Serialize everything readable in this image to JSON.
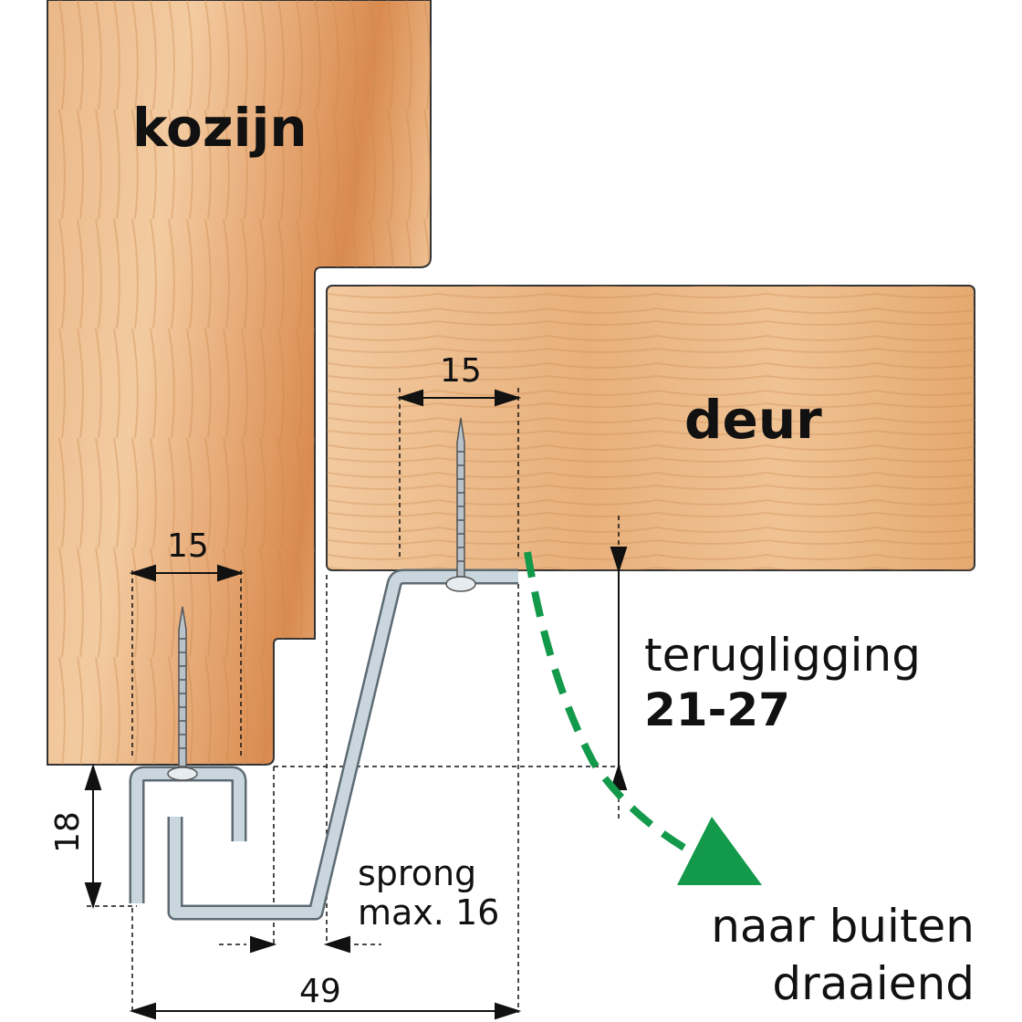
{
  "labels": {
    "frame": "kozijn",
    "door": "deur",
    "frame_screw_spacing": "15",
    "door_screw_spacing": "15",
    "height": "18",
    "setback_label": "terugligging",
    "setback_value": "21-27",
    "offset_label": "sprong",
    "offset_value": "max. 16",
    "total_width": "49",
    "direction_line1": "naar buiten",
    "direction_line2": "draaiend"
  },
  "colors": {
    "wood_light": "#f0c194",
    "wood_dark": "#d98b4f",
    "profile": "#c9d6dd",
    "profile_edge": "#5d6b74",
    "arrow": "#13994a"
  }
}
